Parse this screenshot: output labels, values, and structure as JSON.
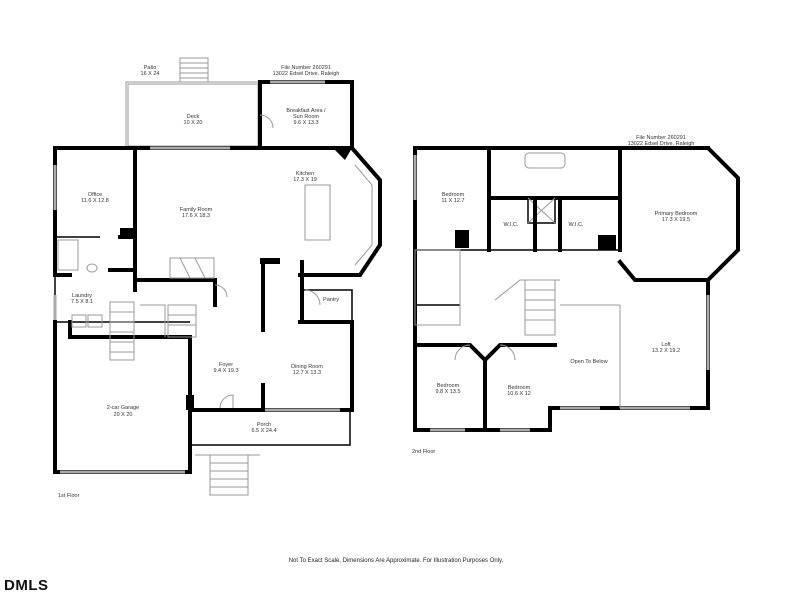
{
  "first_floor": {
    "caption": "1st Floor",
    "file_number": "File Number 260291",
    "address": "13022 Edsel Drive, Raleigh",
    "rooms": [
      {
        "name": "Patio",
        "dims": "16 X 24"
      },
      {
        "name": "Deck",
        "dims": "10 X 20"
      },
      {
        "name": "Breakfast Area /",
        "name2": "Sun Room",
        "dims": "9.6 X 13.3"
      },
      {
        "name": "Kitchen",
        "dims": "17.3 X 19"
      },
      {
        "name": "Office",
        "dims": "11.6 X 12.8"
      },
      {
        "name": "Family Room",
        "dims": "17.6 X 18.3"
      },
      {
        "name": "Laundry",
        "dims": "7.5 X 8.1"
      },
      {
        "name": "Pantry"
      },
      {
        "name": "Foyer",
        "dims": "9.4 X 19.3"
      },
      {
        "name": "Dining Room",
        "dims": "12.7 X 13.3"
      },
      {
        "name": "2-car Garage",
        "dims": "20 X 20"
      },
      {
        "name": "Porch",
        "dims": "6.5 X 24.4"
      }
    ]
  },
  "second_floor": {
    "caption": "2nd Floor",
    "file_number": "File Number 260291",
    "address": "13022 Edsel Drive, Raleigh",
    "rooms": [
      {
        "name": "Bedroom",
        "dims": "11 X 12.7"
      },
      {
        "name": "W.I.C."
      },
      {
        "name": "W.I.C."
      },
      {
        "name": "Primary Bedroom",
        "dims": "17.3 X 19.5"
      },
      {
        "name": "Open To Below"
      },
      {
        "name": "Loft",
        "dims": "13.2 X 19.2"
      },
      {
        "name": "Bedroom",
        "dims": "9.8 X 13.5"
      },
      {
        "name": "Bedroom",
        "dims": "10.6 X 12"
      }
    ]
  },
  "disclaimer": "Not To Exact Scale, Dimensions Are Approximate. For Illustration Purposes Only.",
  "logo": "DMLS"
}
